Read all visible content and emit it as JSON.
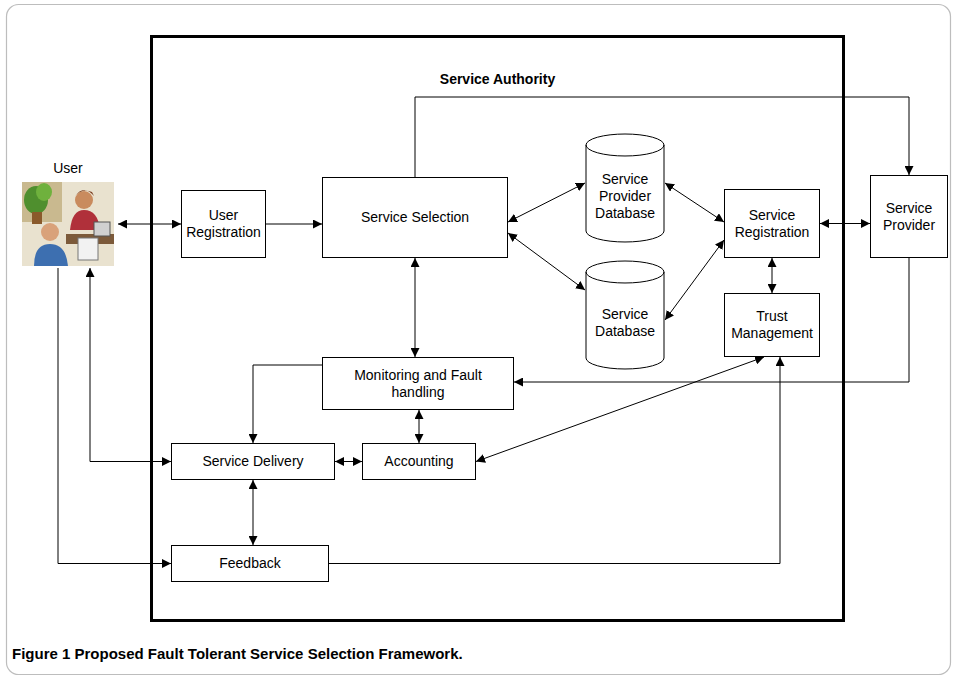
{
  "diagram": {
    "caption": "Figure 1 Proposed Fault Tolerant Service Selection Framework.",
    "nodes": [
      {
        "text": [
          "Service Authority"
        ]
      },
      {
        "text": [
          "User"
        ]
      },
      {
        "text": [
          "User Registration"
        ],
        "in": 0
      },
      {
        "text": [
          "Service Selection"
        ],
        "in": 0
      },
      {
        "text": [
          "Service Provider Database"
        ],
        "in": 0
      },
      {
        "text": [
          "Service Registration"
        ],
        "in": 0
      },
      {
        "text": [
          "Service Provider"
        ]
      },
      {
        "text": [
          "Service Database"
        ],
        "in": 0
      },
      {
        "text": [
          "Trust Management"
        ],
        "in": 0
      },
      {
        "text": [
          "Monitoring and Fault handling"
        ],
        "in": 0
      },
      {
        "text": [
          "Service Delivery"
        ],
        "in": 0
      },
      {
        "text": [
          "Accounting"
        ],
        "in": 0
      },
      {
        "text": [
          "Feedback"
        ],
        "in": 0
      }
    ],
    "edges": [
      {
        "from": 1,
        "to": 2,
        "arrow": "both"
      },
      {
        "from": 2,
        "to": 3,
        "arrow": "to"
      },
      {
        "from": 3,
        "to": 6,
        "arrow": "to"
      },
      {
        "from": 3,
        "to": 4,
        "arrow": "both"
      },
      {
        "from": 3,
        "to": 7,
        "arrow": "both"
      },
      {
        "from": 4,
        "to": 5,
        "arrow": "both"
      },
      {
        "from": 7,
        "to": 5,
        "arrow": "both"
      },
      {
        "from": 5,
        "to": 6,
        "arrow": "both"
      },
      {
        "from": 5,
        "to": 8,
        "arrow": "both"
      },
      {
        "from": 3,
        "to": 9,
        "arrow": "both"
      },
      {
        "from": 6,
        "to": 9,
        "arrow": "to"
      },
      {
        "from": 9,
        "to": 10,
        "arrow": "to"
      },
      {
        "from": 9,
        "to": 11,
        "arrow": "both"
      },
      {
        "from": 10,
        "to": 11,
        "arrow": "both"
      },
      {
        "from": 8,
        "to": 11,
        "arrow": "both"
      },
      {
        "from": 1,
        "to": 10,
        "arrow": "both"
      },
      {
        "from": 1,
        "to": 12,
        "arrow": "to"
      },
      {
        "from": 10,
        "to": 12,
        "arrow": "both"
      },
      {
        "from": 12,
        "to": 8,
        "arrow": "to"
      }
    ]
  }
}
